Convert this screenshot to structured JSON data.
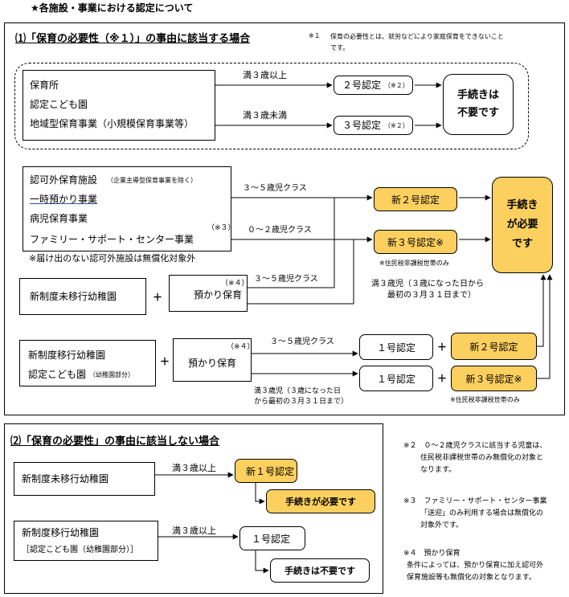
{
  "page_title": "★各施設・事業における認定について",
  "s1": {
    "heading": "⑴「保育の必要性（※１）」の事由に該当する場合",
    "note_mark": "※１",
    "note_text": [
      "保育の必要性とは、就労などにより家庭保育をできないこと",
      "です。"
    ],
    "g1": {
      "items": [
        "保育所",
        "認定こども園",
        "地域型保育事業（小規模保育事業等）"
      ],
      "label_over3": "満３歳以上",
      "label_under3": "満３歳未満",
      "cert2": "２号認定",
      "cert2_note": "（※２）",
      "cert3": "３号認定",
      "cert3_note": "（※２）",
      "result": [
        "手続きは",
        "不要です"
      ]
    },
    "g2": {
      "item1": "認可外保育施設",
      "item1_note": "（企業主導型保育事業を除く）",
      "item2": "一時預かり事業",
      "item3": "病児保育事業",
      "item4": "ファミリー・サポート・センター事業",
      "item4_note": "（※３）",
      "footnote": "※届け出のない認可外施設は無償化対象外",
      "label_35": "３～５歳児クラス",
      "label_02": "０～２歳児クラス",
      "new2": "新２号認定",
      "new3": "新３号認定※",
      "new3_note": "※住民税非課税世帯のみ",
      "result": [
        "手続き",
        "が必要",
        "です"
      ]
    },
    "g3": {
      "kinder": "新制度未移行幼稚園",
      "plus": "＋",
      "azukari": "預かり保育",
      "azukari_note": "（※４）",
      "label_35": "３～５歳児クラス",
      "label_m3": [
        "満３歳児（３歳になった日から",
        "最初の３月３１日まで）"
      ]
    },
    "g4": {
      "items": [
        "新制度移行幼稚園",
        "認定こども園"
      ],
      "item2_note": "（幼稚園部分）",
      "plus": "＋",
      "azukari": "預かり保育",
      "azukari_note": "（※４）",
      "label_35": "３～５歳児クラス",
      "label_m3": [
        "満３歳児（３歳になった日",
        "から最初の３月３１日まで）"
      ],
      "cert1a": "１号認定",
      "cert1b": "１号認定",
      "new2": "新２号認定",
      "new3": "新３号認定※",
      "new3_note": "※住民税非課税世帯のみ"
    }
  },
  "s2": {
    "heading": "⑵「保育の必要性」の事由に該当しない場合",
    "row1": {
      "facility": "新制度未移行幼稚園",
      "label": "満３歳以上",
      "cert": "新１号認定",
      "result": "手続きが必要です"
    },
    "row2": {
      "facility": "新制度移行幼稚園",
      "facility2": "［認定こども園（幼稚園部分）］",
      "label": "満３歳以上",
      "cert": "１号認定",
      "result": "手続きは不要です"
    }
  },
  "notes": {
    "n2": [
      "※２　０～２歳児クラスに該当する児童は、",
      "住民税非課税世帯のみ無償化の対象と",
      "なります。"
    ],
    "n3": [
      "※３　ファミリー・サポート・センター事業",
      "「送迎」のみ利用する場合は無償化の",
      "対象外です。"
    ],
    "n4": [
      "※４　預かり保育",
      "条件によっては、預かり保育に加え認可外",
      "保育施設等も無償化の対象となります。"
    ]
  },
  "colors": {
    "accent": "#FCD05F",
    "link_underline": "#2F5597"
  }
}
